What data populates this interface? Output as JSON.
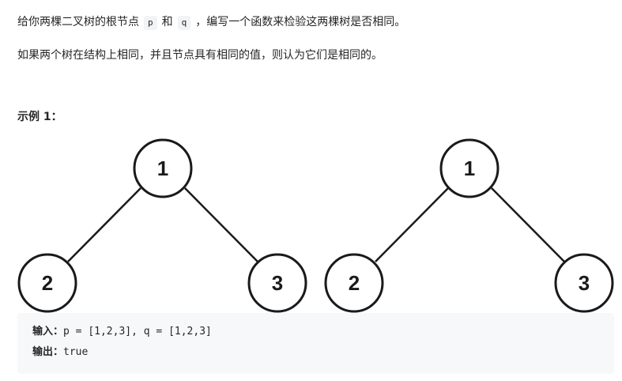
{
  "problem": {
    "line1": {
      "before": "给你两棵二叉树的根节点",
      "code_p": "p",
      "mid": "和",
      "code_q": "q",
      "after": "，编写一个函数来检验这两棵树是否相同。"
    },
    "line2": "如果两个树在结构上相同，并且节点具有相同的值，则认为它们是相同的。"
  },
  "example": {
    "heading": "示例 1：",
    "tree_p": {
      "root": "1",
      "left": "2",
      "right": "3"
    },
    "tree_q": {
      "root": "1",
      "left": "2",
      "right": "3"
    },
    "input_label": "输入：",
    "input_value": "p = [1,2,3], q = [1,2,3]",
    "output_label": "输出：",
    "output_value": "true"
  },
  "colors": {
    "text": "#262626",
    "code_bg": "#f2f3f5",
    "example_bg": "#f7f8fa",
    "tree_stroke": "#1a1a1a"
  }
}
